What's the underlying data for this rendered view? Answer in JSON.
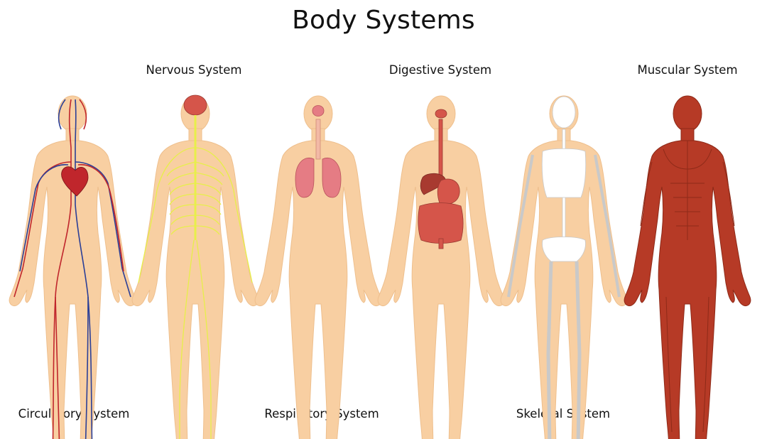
{
  "title": "Body Systems",
  "systems": [
    {
      "key": "circulatory",
      "label": "Circulatory System",
      "label_row": "bottom"
    },
    {
      "key": "nervous",
      "label": "Nervous System",
      "label_row": "top"
    },
    {
      "key": "respiratory",
      "label": "Respiratory System",
      "label_row": "bottom"
    },
    {
      "key": "digestive",
      "label": "Digestive System",
      "label_row": "top"
    },
    {
      "key": "skeletal",
      "label": "Skeletal System",
      "label_row": "bottom"
    },
    {
      "key": "muscular",
      "label": "Muscular System",
      "label_row": "top"
    }
  ],
  "colors": {
    "skin": "#f8cfa2",
    "skin_outline": "#eebf8d",
    "artery": "#c0262c",
    "vein": "#2b3f97",
    "nerve": "#e7ef4a",
    "lung": "#e57c84",
    "organ": "#d5554a",
    "bone": "#ffffff",
    "muscle": "#b63a26",
    "muscle_dark": "#8e2a18"
  }
}
